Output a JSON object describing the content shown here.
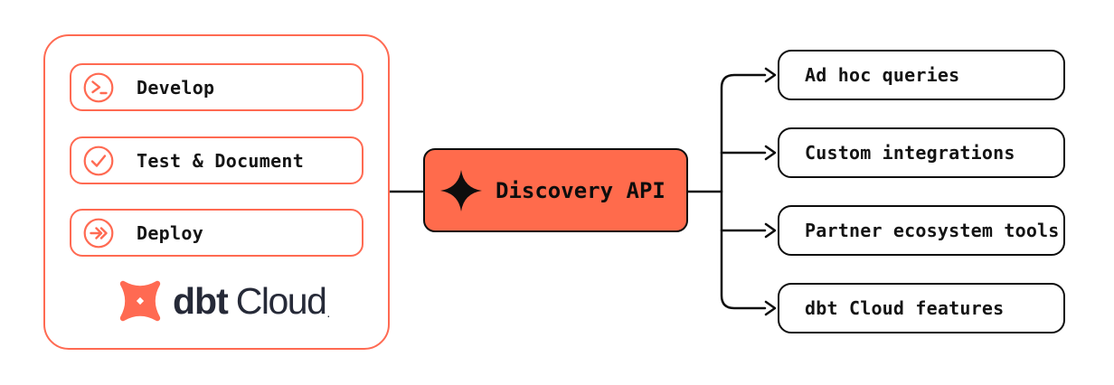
{
  "diagram": {
    "source": {
      "items": [
        {
          "label": "Develop",
          "icon": "terminal-prompt-icon"
        },
        {
          "label": "Test & Document",
          "icon": "check-circle-icon"
        },
        {
          "label": "Deploy",
          "icon": "deploy-arrows-icon"
        }
      ],
      "logo": {
        "brand": "dbt",
        "product": "Cloud",
        "tm": "."
      }
    },
    "hub": {
      "label": "Discovery API",
      "icon": "sparkle-icon"
    },
    "outputs": [
      {
        "label": "Ad hoc queries"
      },
      {
        "label": "Custom integrations"
      },
      {
        "label": "Partner ecosystem tools"
      },
      {
        "label": "dbt Cloud features"
      }
    ],
    "colors": {
      "coral": "#FF6A52",
      "coral_fill": "#FF6B4C",
      "ink": "#0D0D0D",
      "navy": "#262A38"
    }
  }
}
